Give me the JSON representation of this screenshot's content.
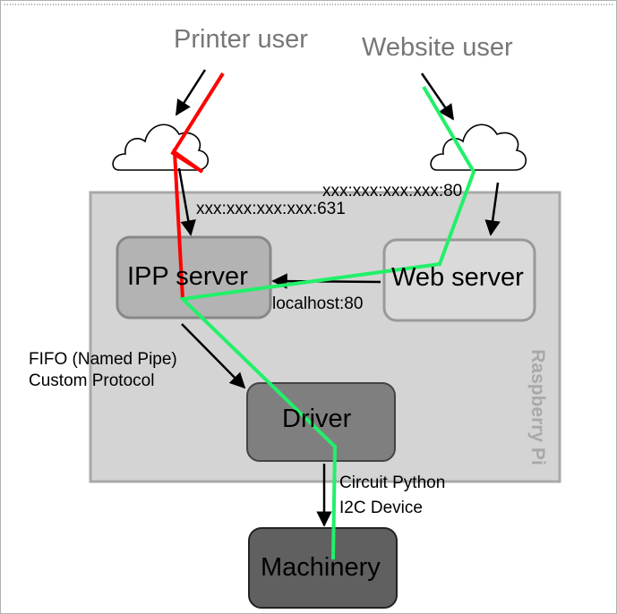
{
  "labels": {
    "printer_user": "Printer user",
    "website_user": "Website user",
    "ipp_address": "xxx:xxx:xxx:xxx:631",
    "web_address": "xxx:xxx:xxx:xxx:80",
    "localhost": "localhost:80",
    "fifo_line1": "FIFO (Named Pipe)",
    "fifo_line2": "Custom Protocol",
    "circuit_line1": "Circuit Python",
    "circuit_line2": "I2C Device",
    "raspberry_pi": "Raspberry Pi"
  },
  "nodes": {
    "ipp_server": "IPP server",
    "web_server": "Web server",
    "driver": "Driver",
    "machinery": "Machinery"
  },
  "colors": {
    "pi_fill": "#d4d4d4",
    "pi_border": "#a9a9a9",
    "ipp_fill": "#b3b3b3",
    "web_fill": "#dadada",
    "driver_fill": "#7f7f7f",
    "machinery_fill": "#606060",
    "printer_path": "#ff0000",
    "website_path": "#22f06a"
  }
}
